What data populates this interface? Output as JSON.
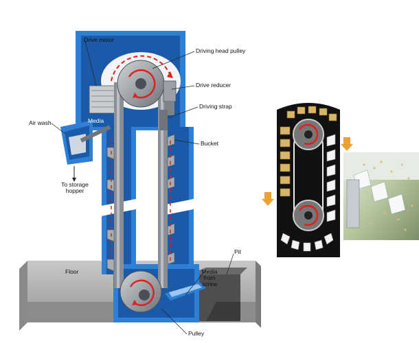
{
  "labels": {
    "drive_motor": "Drive motor",
    "driving_head_pulley": "Driving head pulley",
    "drive_reducer": "Drive reducer",
    "driving_strap": "Driving strap",
    "media": "Media",
    "air_wash": "Air wash",
    "bucket": "Bucket",
    "to_storage_hopper_line1": "To storage",
    "to_storage_hopper_line2": "hopper",
    "floor": "Floor",
    "pit": "Pit",
    "media_from_screw_line1": "Media",
    "media_from_screw_line2": "from",
    "media_from_screw_line3": "screw",
    "pulley": "Pulley"
  },
  "colors": {
    "housing_blue": "#2f7fd6",
    "housing_dark_blue": "#1b5aa8",
    "belt_gray": "#8a8f96",
    "pulley_gray": "#9aa0a6",
    "motion_red": "#e0201a",
    "floor_gray": "#9b9b9b",
    "arrow_orange": "#f0a030",
    "schematic_black": "#111111",
    "bucket_tan": "#d9b56a"
  }
}
